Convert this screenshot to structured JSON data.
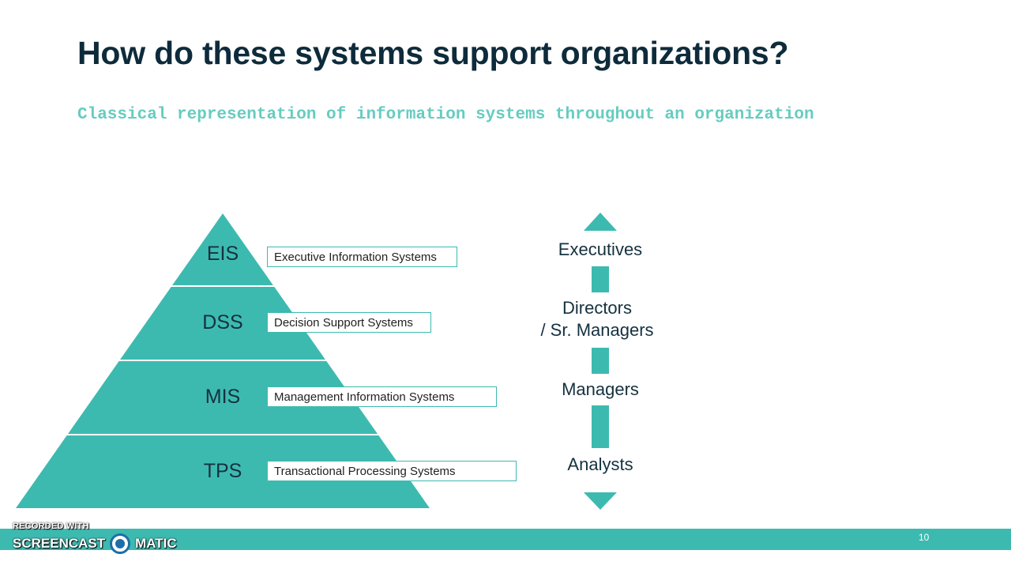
{
  "slide": {
    "title": "How do these systems support organizations?",
    "subtitle": "Classical representation of information systems throughout an organization",
    "page_number": "10"
  },
  "pyramid": {
    "tiers": [
      {
        "abbr": "EIS",
        "name": "Executive Information Systems"
      },
      {
        "abbr": "DSS",
        "name": "Decision Support Systems"
      },
      {
        "abbr": "MIS",
        "name": "Management Information Systems"
      },
      {
        "abbr": "TPS",
        "name": "Transactional Processing Systems"
      }
    ]
  },
  "levels": {
    "executives": "Executives",
    "directors_line1": "Directors",
    "directors_line2": "/ Sr. Managers",
    "managers": "Managers",
    "analysts": "Analysts"
  },
  "watermark": {
    "line1": "RECORDED WITH",
    "word1": "SCREENCAST",
    "word2": "MATIC"
  },
  "colors": {
    "teal": "#3dbab0",
    "title": "#0e2b3b",
    "subtitle": "#66ccc0"
  }
}
